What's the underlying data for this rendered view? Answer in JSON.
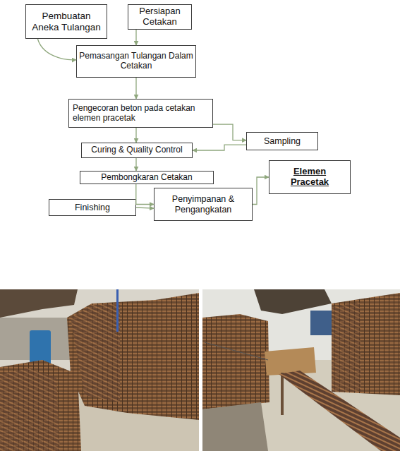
{
  "diagram": {
    "nodes": [
      {
        "text": [
          "Pembuatan Aneka Tulangan"
        ]
      },
      {
        "text": [
          "Persiapan Cetakan"
        ]
      },
      {
        "text": [
          "Pemasangan Tulangan Dalam Cetakan"
        ]
      },
      {
        "text": [
          "Pengecoran beton pada cetakan elemen pracetak"
        ]
      },
      {
        "text": [
          "Sampling"
        ]
      },
      {
        "text": [
          "Curing & Quality Control"
        ]
      },
      {
        "text": [
          "Pembongkaran Cetakan"
        ]
      },
      {
        "text": [
          "Elemen Pracetak"
        ]
      },
      {
        "text": [
          "Finishing"
        ]
      },
      {
        "text": [
          "Penyimpanan & Pengangkatan"
        ]
      }
    ],
    "edges": [
      {
        "from": 0,
        "to": 2,
        "arrow": "to"
      },
      {
        "from": 1,
        "to": 2,
        "arrow": "to"
      },
      {
        "from": 2,
        "to": 3,
        "arrow": "to"
      },
      {
        "from": 3,
        "to": 5,
        "arrow": "to"
      },
      {
        "from": 3,
        "to": 4,
        "arrow": "to"
      },
      {
        "from": 4,
        "to": 5,
        "arrow": "to"
      },
      {
        "from": 5,
        "to": 6,
        "arrow": "to"
      },
      {
        "from": 6,
        "to": 9,
        "arrow": "to"
      },
      {
        "from": 8,
        "to": 9,
        "arrow": "to"
      },
      {
        "from": 9,
        "to": 7,
        "arrow": "to"
      }
    ]
  }
}
